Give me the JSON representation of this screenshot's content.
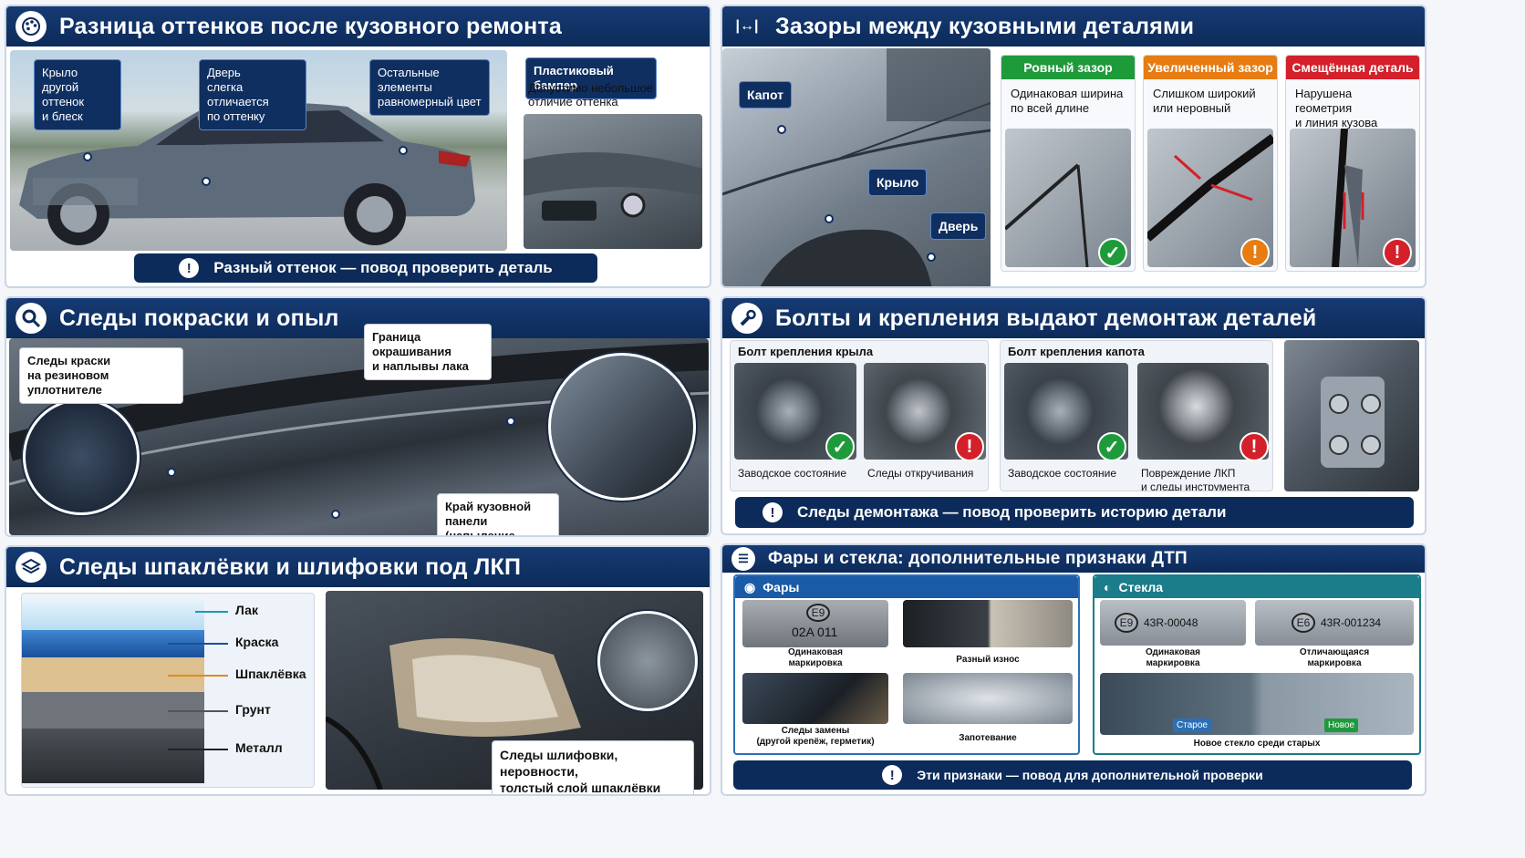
{
  "p1": {
    "title": "Разница оттенков после кузовного ремонта",
    "callouts": [
      "Крыло\nдругой оттенок\nи блеск",
      "Дверь\nслегка отличается\nпо оттенку",
      "Остальные элементы\nравномерный цвет"
    ],
    "bumper_title": "Пластиковый бампер",
    "bumper_desc": "Допустимо небольшое\nотличие оттенка",
    "banner": "Разный оттенок — повод проверить деталь"
  },
  "p2": {
    "title": "Зазоры между кузовными деталями",
    "tags": [
      "Капот",
      "Крыло",
      "Дверь"
    ],
    "cards": [
      {
        "head": "Ровный зазор",
        "desc": "Одинаковая ширина\nпо всей длине",
        "status": "✓"
      },
      {
        "head": "Увеличенный зазор",
        "desc": "Слишком широкий\nили неровный",
        "status": "!"
      },
      {
        "head": "Смещённая деталь",
        "desc": "Нарушена геометрия\nи линия кузова",
        "status": "!"
      }
    ]
  },
  "p3": {
    "title": "Следы покраски и опыл",
    "callouts": [
      "Следы краски\nна резиновом уплотнителе",
      "Граница окрашивания\nи наплывы лака",
      "Край кузовной панели\n(напыление краски)"
    ]
  },
  "p4": {
    "title": "Болты и крепления выдают демонтаж деталей",
    "groups": [
      {
        "title": "Болт крепления крыла",
        "caps": [
          "Заводское состояние",
          "Следы откручивания"
        ]
      },
      {
        "title": "Болт крепления капота",
        "caps": [
          "Заводское состояние",
          "Повреждение ЛКП\nи следы инструмента"
        ]
      }
    ],
    "banner": "Следы демонтажа — повод проверить историю детали"
  },
  "p5": {
    "title": "Следы шпаклёвки и шлифовки под ЛКП",
    "layers": [
      "Лак",
      "Краска",
      "Шпаклёвка",
      "Грунт",
      "Металл"
    ],
    "note": "Следы шлифовки, неровности,\nтолстый слой шпаклёвки"
  },
  "p6": {
    "title": "Фары и стекла: дополнительные признаки ДТП",
    "headlights": {
      "label": "Фары",
      "marking_text": "02A 011",
      "e_mark": "E9",
      "caps": [
        "Одинаковая\nмаркировка",
        "Разный износ",
        "Следы замены\n(другой крепёж, герметик)",
        "Запотевание"
      ]
    },
    "glass": {
      "label": "Стекла",
      "marks": [
        {
          "e": "E9",
          "code": "43R-00048"
        },
        {
          "e": "E6",
          "code": "43R-001234"
        }
      ],
      "caps": [
        "Одинаковая\nмаркировка",
        "Отличающаяся\nмаркировка",
        "Новое стекло среди старых"
      ],
      "old_tag": "Старое",
      "new_tag": "Новое"
    },
    "banner": "Эти признаки — повод для дополнительной проверки"
  },
  "colors": {
    "navy": "#0c2b5a",
    "green": "#1f9a3b",
    "orange": "#e67c12",
    "red": "#d3202a",
    "teal": "#1b7c8a"
  }
}
